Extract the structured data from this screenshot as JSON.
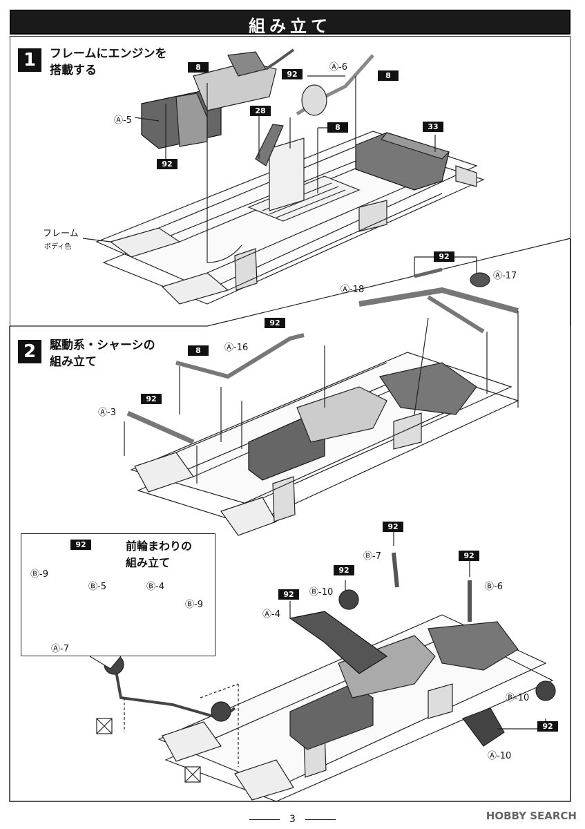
{
  "header": {
    "title": "組み立て"
  },
  "step1": {
    "number": "1",
    "title_line1": "フレームにエンジンを",
    "title_line2": "搭載する",
    "frame_label": "フレーム",
    "frame_color_note": "ボディ色",
    "tags": {
      "t8a": "8",
      "t92a": "92",
      "t8b": "8",
      "t28": "28",
      "t8c": "8",
      "t33": "33",
      "t92b": "92"
    },
    "parts": {
      "a5": "Ⓐ-5",
      "a6": "Ⓐ-6"
    }
  },
  "step2": {
    "number": "2",
    "title_line1": "駆動系・シャーシの",
    "title_line2": "組み立て",
    "tags": {
      "t92a": "92",
      "t92b": "92",
      "t8": "8",
      "t92c": "92"
    },
    "parts": {
      "a18": "Ⓐ-18",
      "a17": "Ⓐ-17",
      "a16": "Ⓐ-16",
      "a3": "Ⓐ-3"
    }
  },
  "subassembly": {
    "title_line1": "前輪まわりの",
    "title_line2": "組み立て",
    "tags": {
      "t92": "92"
    },
    "parts": {
      "b9a": "Ⓑ-9",
      "b5": "Ⓑ-5",
      "b4": "Ⓑ-4",
      "b9b": "Ⓑ-9",
      "a7": "Ⓐ-7"
    }
  },
  "step3": {
    "tags": {
      "t92a": "92",
      "t92b": "92",
      "t92c": "92",
      "t92d": "92",
      "t92e": "92"
    },
    "parts": {
      "b7": "Ⓑ-7",
      "b10a": "Ⓑ-10",
      "b6": "Ⓑ-6",
      "a4": "Ⓐ-4",
      "b10b": "Ⓑ-10",
      "a10": "Ⓐ-10"
    }
  },
  "footer": {
    "page_number": "3"
  },
  "watermark": {
    "text": "HOBBY SEARCH"
  }
}
